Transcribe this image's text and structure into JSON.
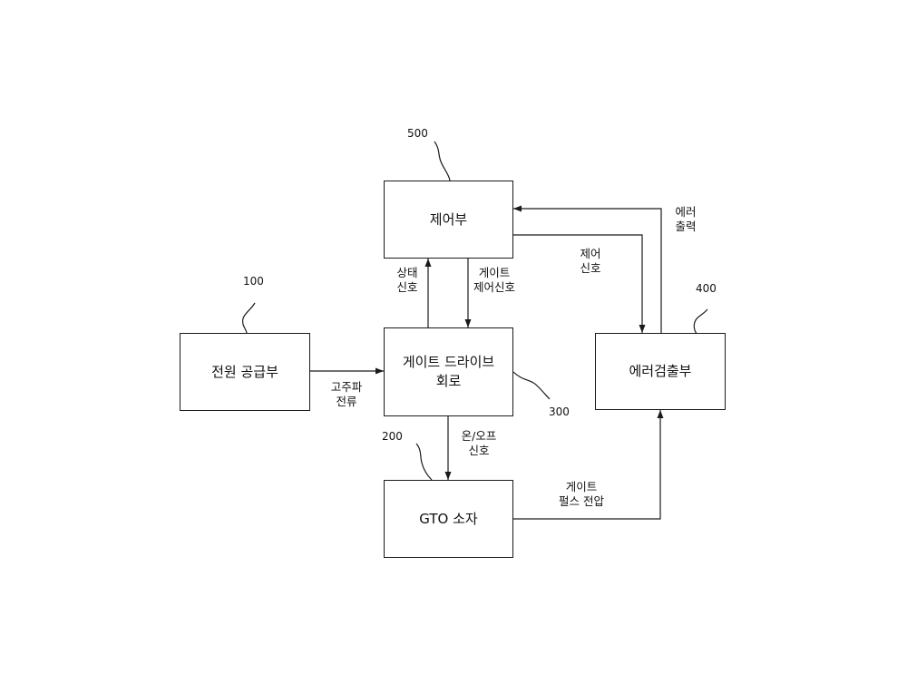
{
  "blocks": {
    "control": {
      "ref": "500",
      "label": "제어부"
    },
    "power": {
      "ref": "100",
      "label": "전원 공급부"
    },
    "gate_drive": {
      "ref": "300",
      "line1": "게이트 드라이브",
      "line2": "회로"
    },
    "error_detect": {
      "ref": "400",
      "label": "에러검출부"
    },
    "gto": {
      "ref": "200",
      "label": "GTO 소자"
    }
  },
  "signals": {
    "state_signal": {
      "line1": "상태",
      "line2": "신호"
    },
    "gate_control_signal": {
      "line1": "게이트",
      "line2": "제어신호"
    },
    "control_signal": {
      "line1": "제어",
      "line2": "신호"
    },
    "error_output": {
      "line1": "에러",
      "line2": "출력"
    },
    "hf_current": {
      "line1": "고주파",
      "line2": "전류"
    },
    "on_off_signal": {
      "line1": "온/오프",
      "line2": "신호"
    },
    "gate_pulse_voltage": {
      "line1": "게이트",
      "line2": "펄스 전압"
    }
  }
}
